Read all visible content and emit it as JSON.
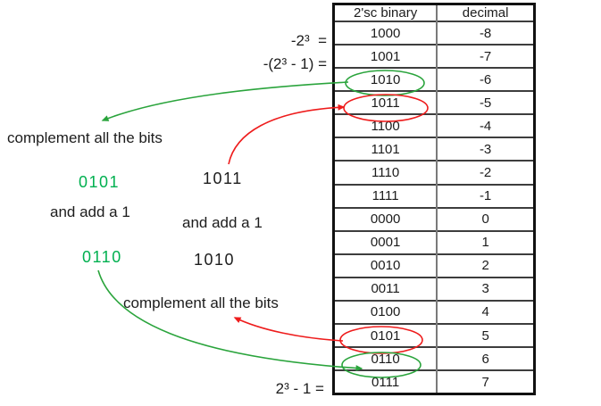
{
  "colors": {
    "green_text": "#00b050",
    "green_line": "#2aa43c",
    "red_line": "#ee1c1c",
    "text": "#1c1c1c",
    "table_border": "#111111",
    "table_grid": "#3d3d3d",
    "table_divider": "#7a7a7a"
  },
  "table": {
    "headers": [
      "2'sc binary",
      "decimal"
    ],
    "rows": [
      [
        "1000",
        "-8"
      ],
      [
        "1001",
        "-7"
      ],
      [
        "1010",
        "-6"
      ],
      [
        "1011",
        "-5"
      ],
      [
        "1100",
        "-4"
      ],
      [
        "1101",
        "-3"
      ],
      [
        "1110",
        "-2"
      ],
      [
        "1111",
        "-1"
      ],
      [
        "0000",
        "0"
      ],
      [
        "0001",
        "1"
      ],
      [
        "0010",
        "2"
      ],
      [
        "0011",
        "3"
      ],
      [
        "0100",
        "4"
      ],
      [
        "0101",
        "5"
      ],
      [
        "0110",
        "6"
      ],
      [
        "0111",
        "7"
      ]
    ],
    "highlighted_rows": [
      {
        "binary": "1010",
        "color": "green"
      },
      {
        "binary": "1011",
        "color": "red"
      },
      {
        "binary": "0101",
        "color": "red"
      },
      {
        "binary": "0110",
        "color": "green"
      }
    ]
  },
  "annotations": {
    "neg_max_label": "-2³  =",
    "neg_max_minus1_label": "-(2³ - 1) =",
    "complement_top": "complement all the bits",
    "bits_green_top": "0101",
    "bits_black_top": "1011",
    "add_one_left": "and add a 1",
    "add_one_right": "and add a 1",
    "bits_green_bottom": "0110",
    "bits_black_bottom": "1010",
    "complement_bottom": "complement all the bits",
    "pos_max_label": "2³ - 1 ="
  }
}
